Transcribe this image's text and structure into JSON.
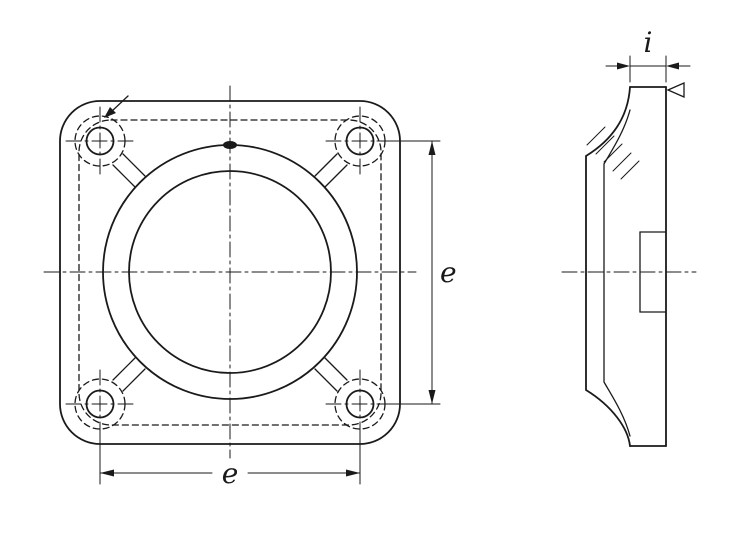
{
  "colors": {
    "line": "#1a1a1a",
    "background": "#ffffff"
  },
  "front_view": {
    "dim_e_vertical": "e",
    "dim_e_horizontal": "e"
  },
  "side_view": {
    "dim_i": "i"
  }
}
